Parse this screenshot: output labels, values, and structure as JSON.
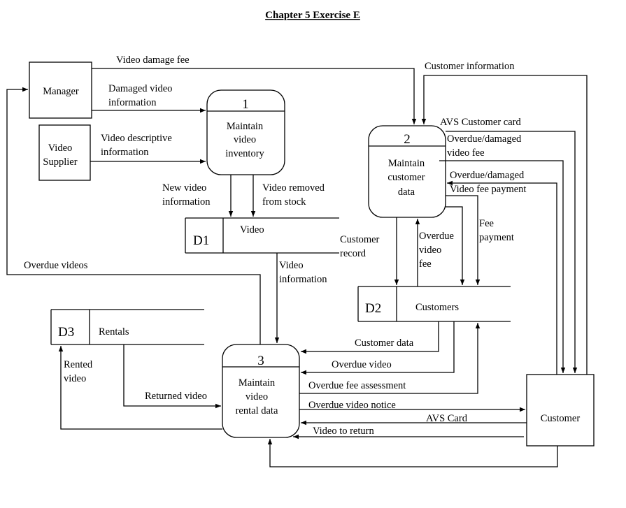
{
  "title": "Chapter 5 Exercise E",
  "entities": {
    "manager": "Manager",
    "video_supplier": [
      "Video",
      "Supplier"
    ],
    "customer": "Customer"
  },
  "processes": {
    "p1": {
      "number": "1",
      "lines": [
        "Maintain",
        "video",
        "inventory"
      ]
    },
    "p2": {
      "number": "2",
      "lines": [
        "Maintain",
        "customer",
        "data"
      ]
    },
    "p3": {
      "number": "3",
      "lines": [
        "Maintain",
        "video",
        "rental data"
      ]
    }
  },
  "stores": {
    "d1": {
      "id": "D1",
      "name": "Video"
    },
    "d2": {
      "id": "D2",
      "name": "Customers"
    },
    "d3": {
      "id": "D3",
      "name": "Rentals"
    }
  },
  "flows": {
    "video_damage_fee": "Video damage fee",
    "customer_information": "Customer information",
    "damaged_video_information": [
      "Damaged video",
      "information"
    ],
    "video_descriptive_information": [
      "Video descriptive",
      "information"
    ],
    "avs_customer_card": "AVS Customer card",
    "overdue_damaged_video_fee": [
      "Overdue/damaged",
      "video fee"
    ],
    "overdue_damaged_video_fee_payment": [
      "Overdue/damaged",
      "Video fee payment"
    ],
    "new_video_information": [
      "New video",
      "information"
    ],
    "video_removed_from_stock": [
      "Video removed",
      "from stock"
    ],
    "fee_payment": [
      "Fee",
      "payment"
    ],
    "customer_record": [
      "Customer",
      "record"
    ],
    "overdue_video_fee": [
      "Overdue",
      "video",
      "fee"
    ],
    "overdue_videos": "Overdue videos",
    "video_information": [
      "Video",
      "information"
    ],
    "customer_data": "Customer data",
    "overdue_video": "Overdue video",
    "overdue_fee_assessment": "Overdue fee assessment",
    "rented_video": [
      "Rented",
      "video"
    ],
    "returned_video": "Returned video",
    "overdue_video_notice": "Overdue video notice",
    "avs_card": "AVS Card",
    "video_to_return": "Video to return"
  }
}
